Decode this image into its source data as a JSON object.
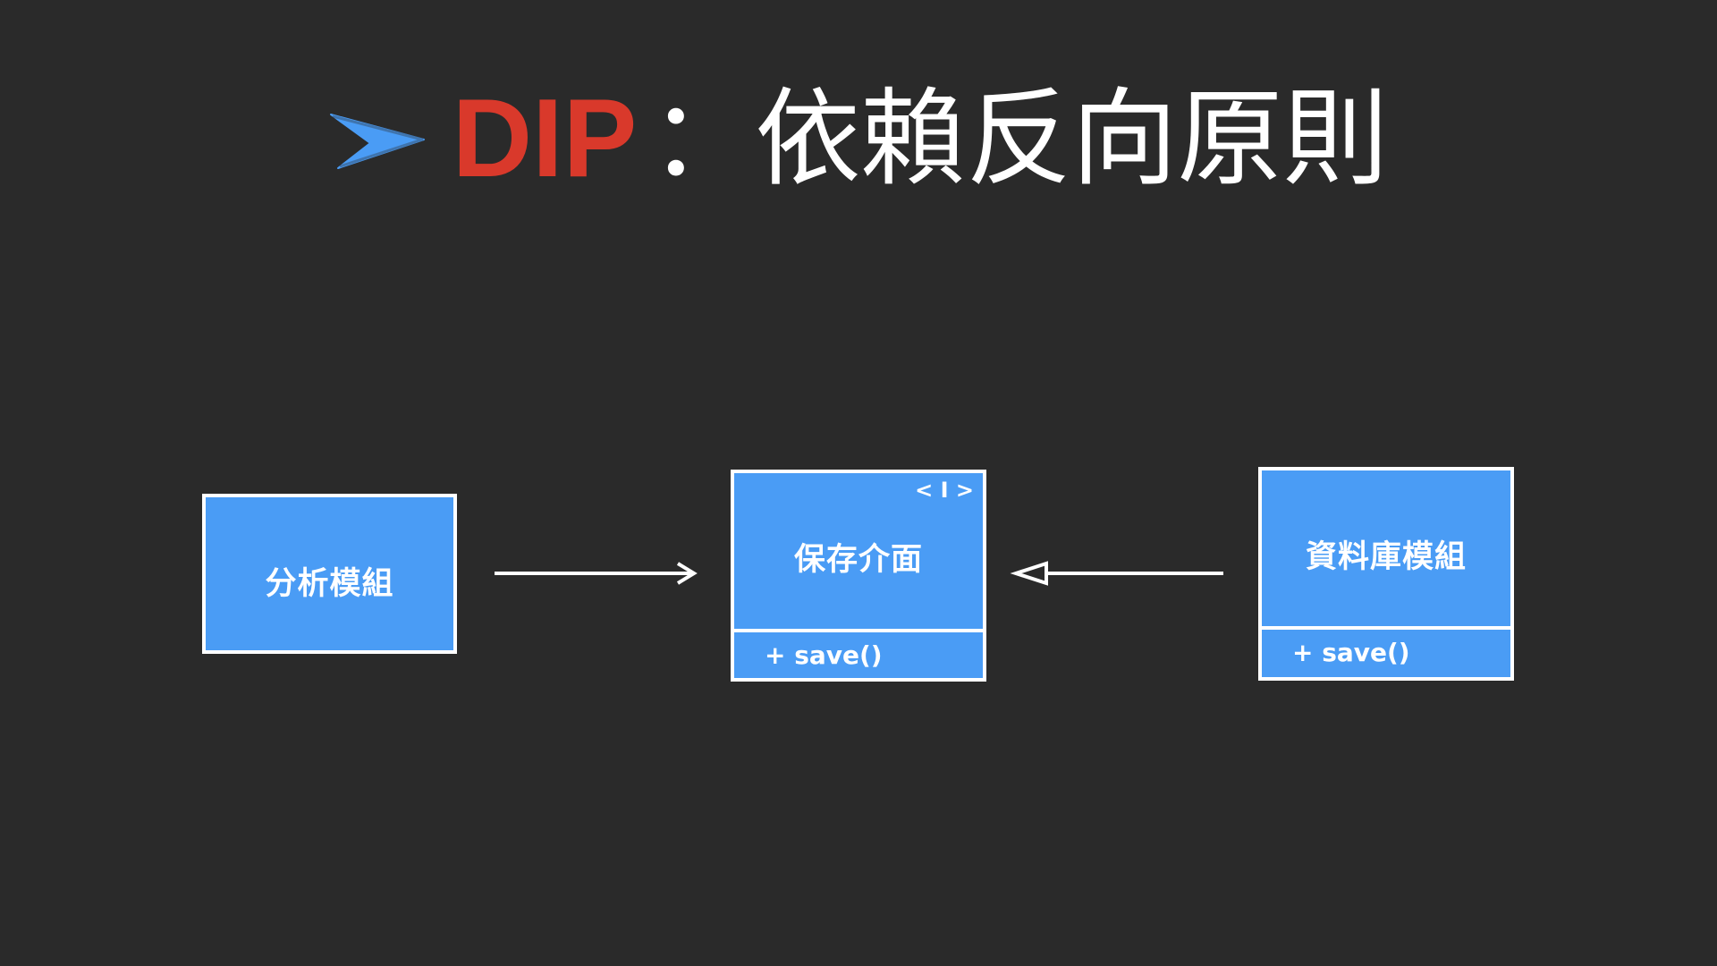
{
  "title": {
    "acronym": "DIP",
    "separator": "：",
    "name": "依賴反向原則",
    "acronym_color": "#d9392b",
    "text_color": "#ffffff",
    "bullet_icon": "arrowhead-icon",
    "bullet_color": "#4a9cf5"
  },
  "diagram": {
    "box_fill": "#4a9cf5",
    "border_color": "#ffffff",
    "background": "#2a2a2a",
    "modules": [
      {
        "id": "analysis",
        "name": "分析模組"
      },
      {
        "id": "storage-interface",
        "name": "保存介面",
        "stereotype": "< I >",
        "method": "+ save()"
      },
      {
        "id": "database",
        "name": "資料庫模組",
        "method": "+ save()"
      }
    ],
    "relations": [
      {
        "from": "analysis",
        "to": "storage-interface",
        "kind": "dependency",
        "head": "open-arrow"
      },
      {
        "from": "database",
        "to": "storage-interface",
        "kind": "realization",
        "head": "hollow-triangle"
      }
    ]
  }
}
